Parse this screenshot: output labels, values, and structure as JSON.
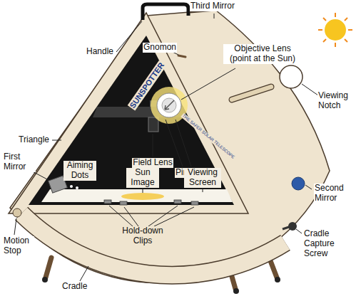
{
  "diagram": {
    "labels": [
      "Handle",
      "Third Mirror",
      "Gnomon",
      "Objective Lens (point at the Sun)",
      "Viewing Notch",
      "Triangle",
      "Field Lens",
      "Pinholes",
      "First Mirror",
      "Aiming Dots",
      "Sun Image",
      "Viewing Screen",
      "Second Mirror",
      "Hold-down Clips",
      "Cradle Capture Screw",
      "Motion Stop",
      "Cradle",
      "SUNSPOTTER",
      "THE SAFER SOLAR TELESCOPE"
    ]
  }
}
